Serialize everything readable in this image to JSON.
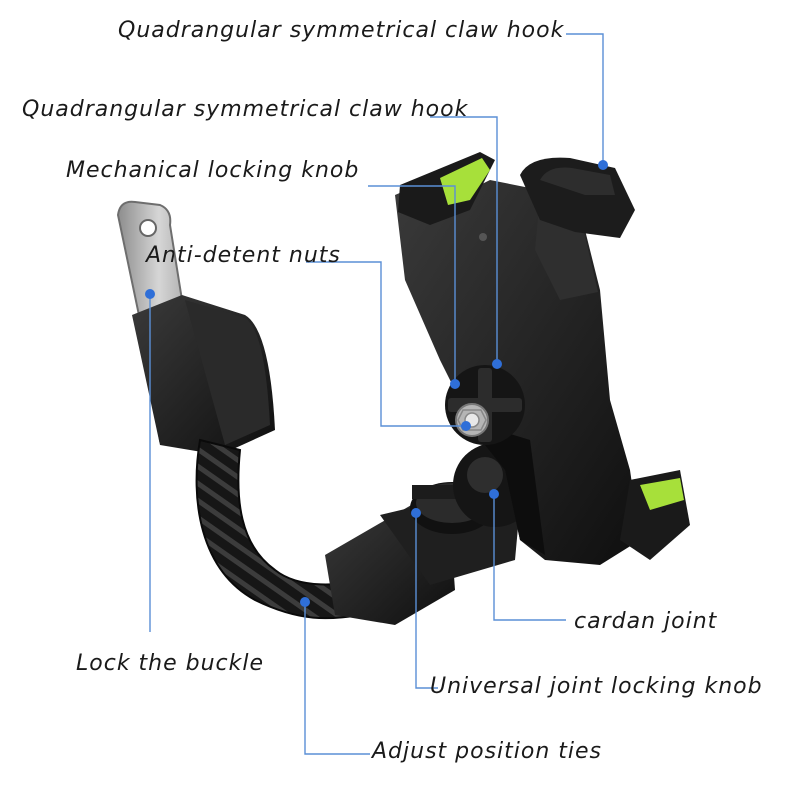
{
  "labels": {
    "claw_hook_top": "Quadrangular symmetrical claw hook",
    "claw_hook_second": "Quadrangular symmetrical claw hook",
    "mechanical_knob": "Mechanical locking knob",
    "anti_detent_nuts": "Anti-detent nuts",
    "cardan_joint": "cardan joint",
    "lock_buckle": "Lock the buckle",
    "universal_joint_knob": "Universal joint locking knob",
    "adjust_ties": "Adjust position ties"
  },
  "colors": {
    "leader_line": "#5a8fd6",
    "dot": "#2f6fd8",
    "accent_green": "#a7e03a",
    "body_black": "#1b1b1b",
    "metal": "#b8b8b8"
  }
}
